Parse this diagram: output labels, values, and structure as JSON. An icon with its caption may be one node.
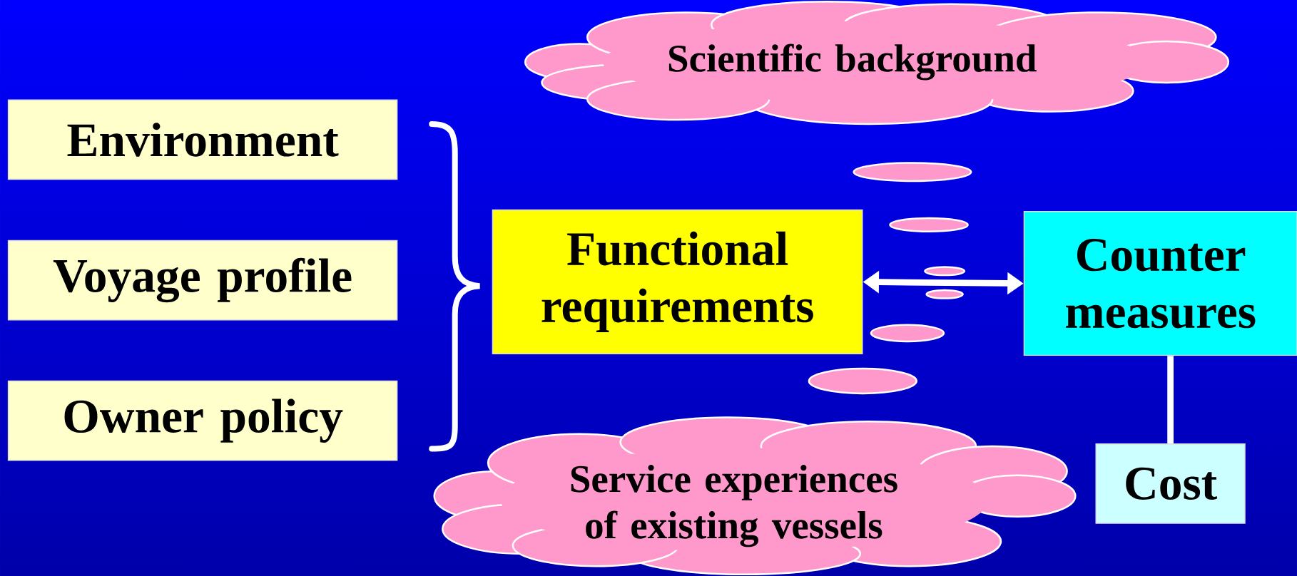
{
  "diagram": {
    "nodes": [
      {
        "text": [
          "Scientific background"
        ]
      },
      {
        "text": [
          "Environment"
        ]
      },
      {
        "text": [
          "Voyage profile"
        ]
      },
      {
        "text": [
          "Owner policy"
        ]
      },
      {
        "text": [
          "Functional requirements"
        ]
      },
      {
        "text": [
          "Counter measures"
        ]
      },
      {
        "text": [
          "Service experiences of existing vessels"
        ]
      },
      {
        "text": [
          "Cost"
        ]
      }
    ],
    "edges": [
      {
        "from": 4,
        "to": 5,
        "arrow": "both"
      },
      {
        "from": 5,
        "to": 7,
        "arrow": "none"
      }
    ]
  }
}
